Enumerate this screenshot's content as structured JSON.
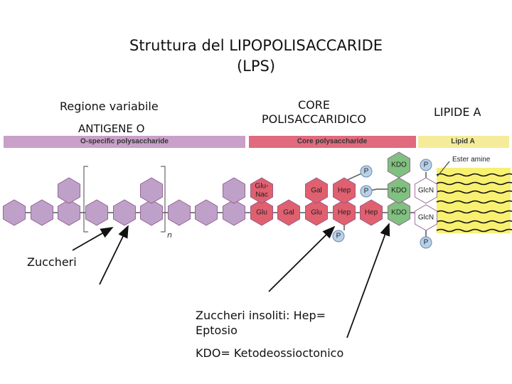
{
  "title": {
    "line1": "Struttura del LIPOPOLISACCARIDE",
    "line2": "(LPS)"
  },
  "labels": {
    "regione_variabile": "Regione variabile",
    "antigene_o": "ANTIGENE O",
    "core_line1": "CORE",
    "core_line2": "POLISACCARIDICO",
    "lipide_a": "LIPIDE A",
    "zuccheri": "Zuccheri"
  },
  "notes": {
    "zuccheri_insoliti": "Zuccheri insoliti: Hep= Eptosio",
    "kdo": "KDO= Ketodeossioctonico"
  },
  "bars": {
    "o_specific": "O-specific polysaccharide",
    "core": "Core polysaccharide",
    "lipid_a": "Lipid A"
  },
  "sugars": {
    "glu_nac": "Glu-Nac",
    "glu": "Glu",
    "gal": "Gal",
    "hep": "Hep",
    "kdo": "KDO",
    "glcn": "GlcN",
    "p": "P",
    "ester_amine": "Ester amine",
    "repeat_n": "n"
  },
  "colors": {
    "o_antigen_hex": "#bfa0c9",
    "o_bar": "#c8a0c8",
    "core_hex": "#e06070",
    "core_bar": "#e06a7e",
    "kdo_hex": "#80c080",
    "lipid_bar": "#f4ec9a",
    "lipid_tail": "#f8f070",
    "phosphate": "#b8d0e8"
  }
}
